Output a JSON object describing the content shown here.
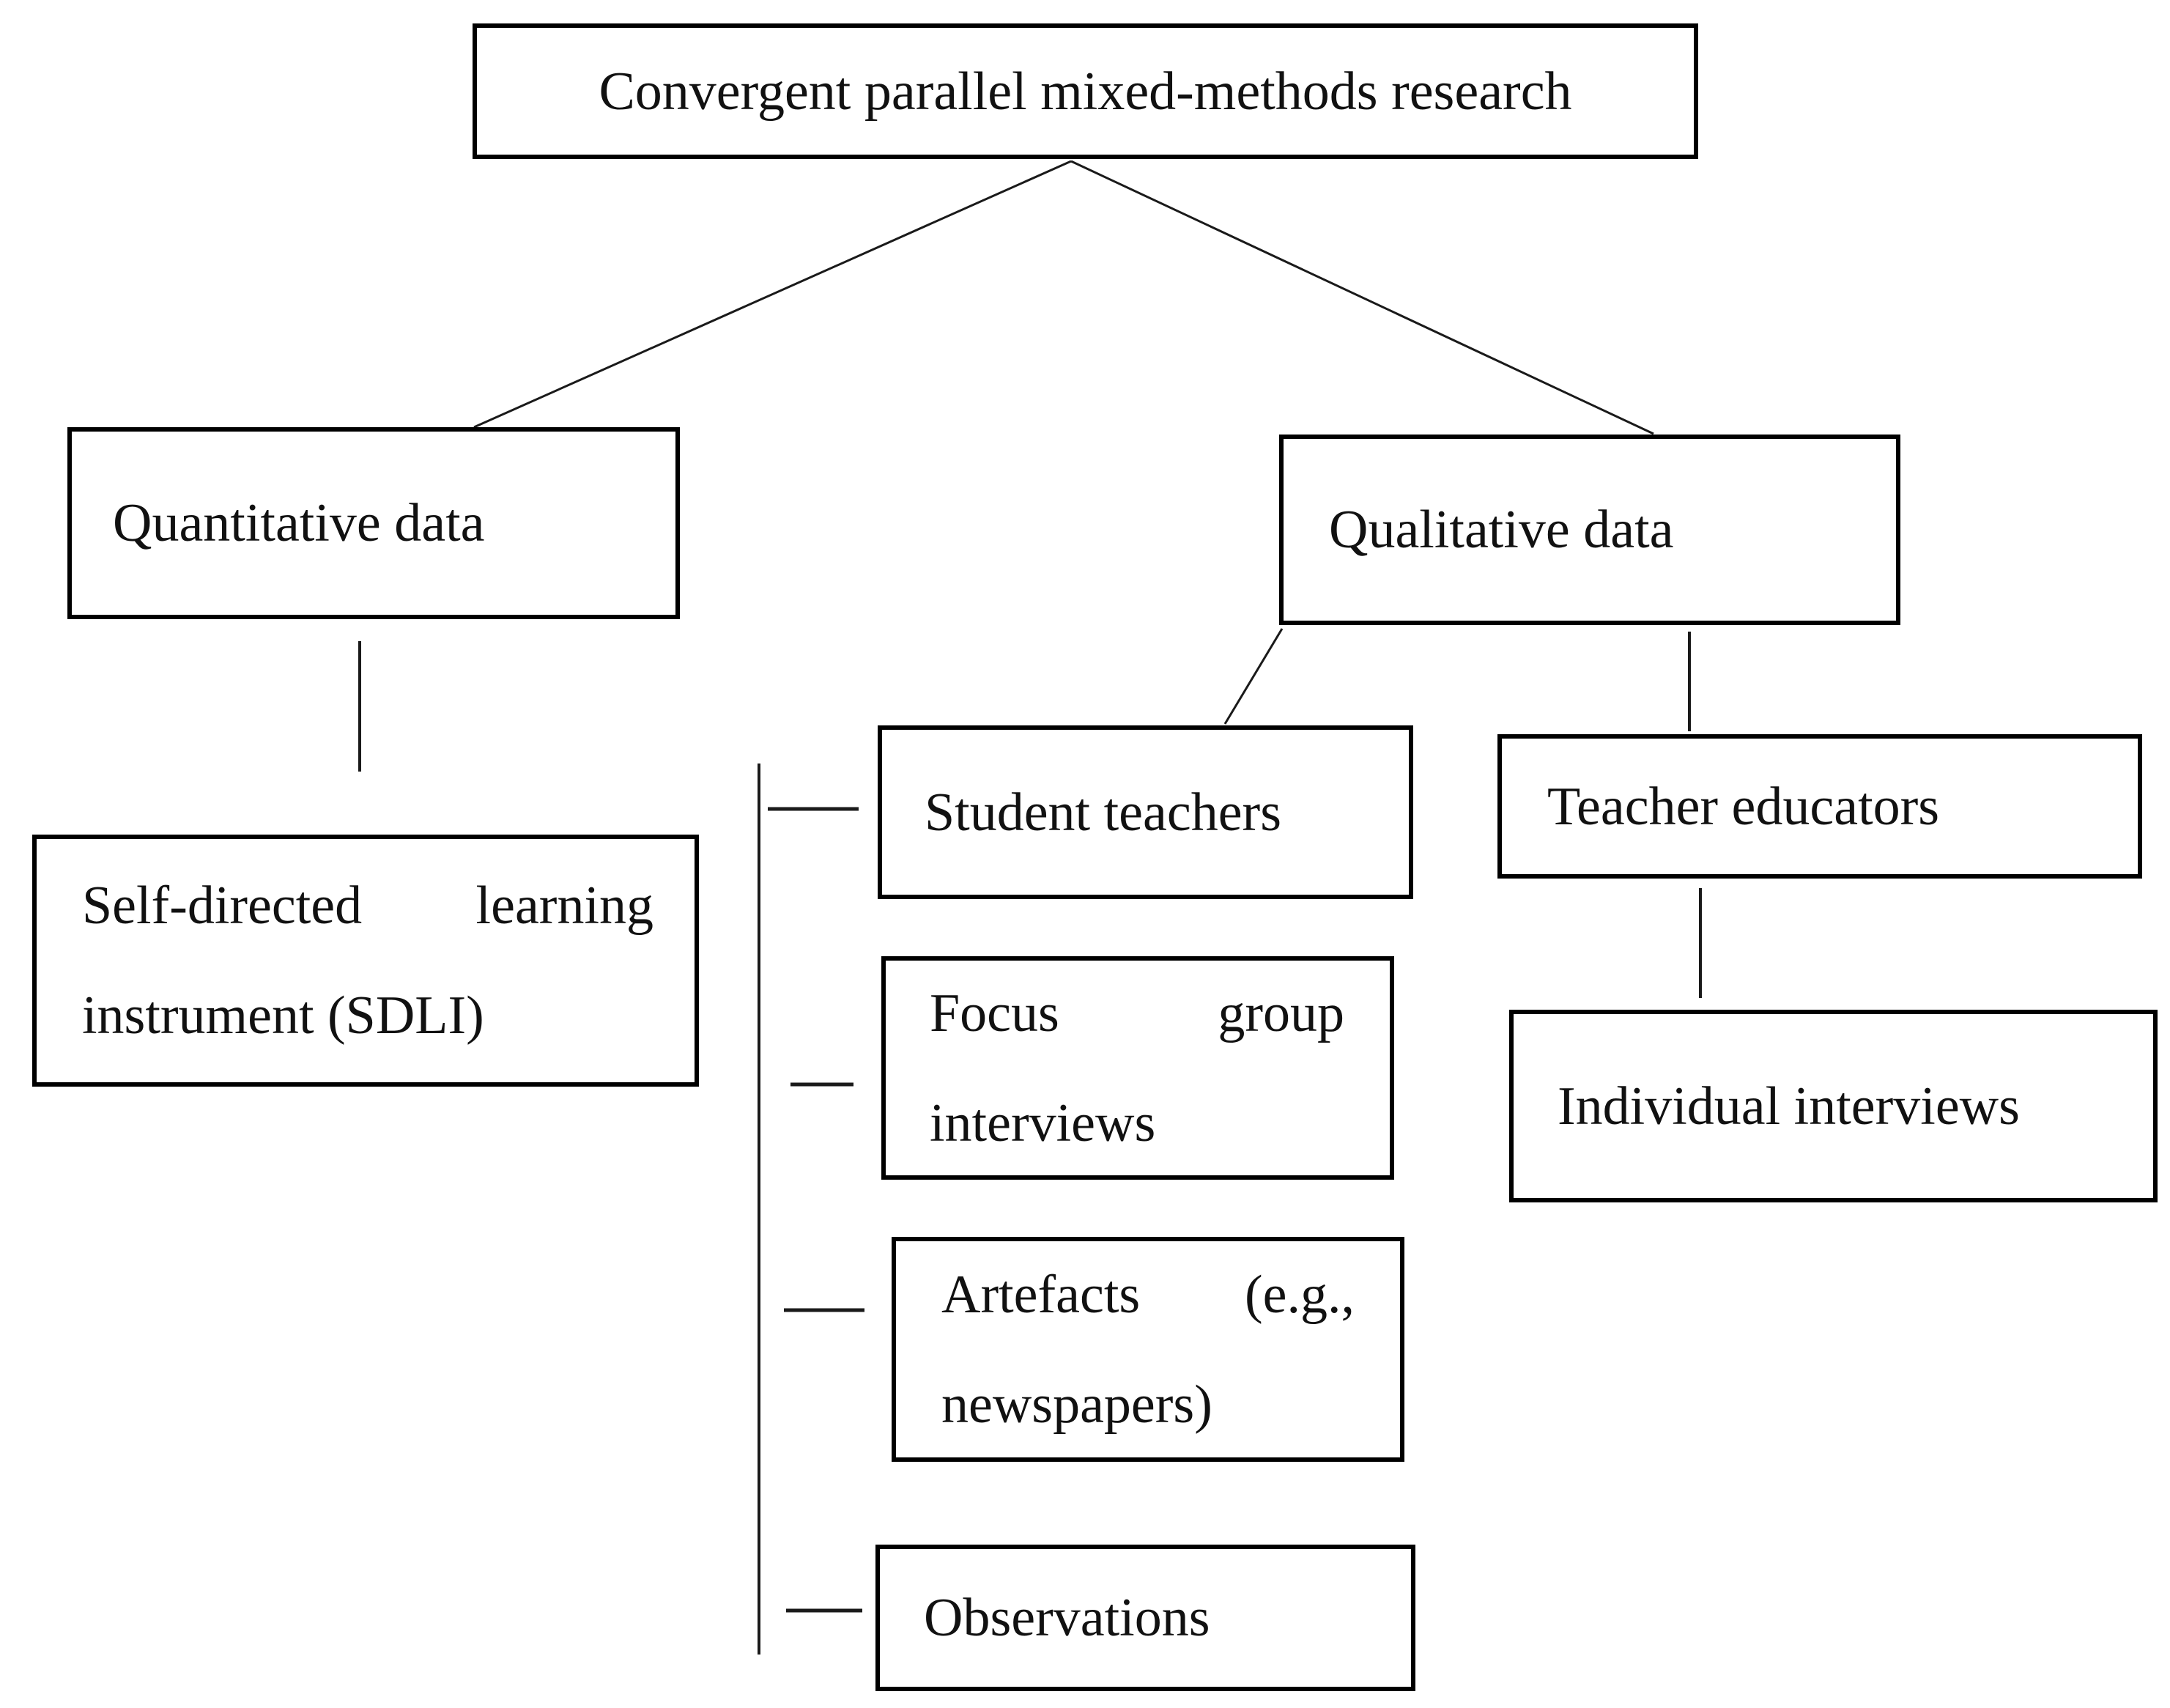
{
  "figure": {
    "type": "flow-diagram",
    "background_color": "#ffffff",
    "box_border_color": "#000000",
    "line_color": "#1a1a1a",
    "text_color": "#111111"
  },
  "nodes": {
    "root": {
      "label": "Convergent parallel mixed-methods research"
    },
    "quantitative": {
      "label": "Quantitative data"
    },
    "qualitative": {
      "label": "Qualitative data"
    },
    "sdli": {
      "line1_word1": "Self-directed",
      "line1_word2": "learning",
      "line2": "instrument (SDLI)"
    },
    "student_teachers": {
      "label": "Student teachers"
    },
    "teacher_educators": {
      "label": "Teacher educators"
    },
    "focus_group": {
      "line1_word1": "Focus",
      "line1_word2": "group",
      "line2": "interviews"
    },
    "individual_interviews": {
      "label": "Individual interviews"
    },
    "artefacts": {
      "line1_word1": "Artefacts",
      "line1_word2": "(e.g.,",
      "line2": "newspapers)"
    },
    "observations": {
      "label": "Observations"
    }
  },
  "edges": [
    {
      "from": "root",
      "to": "quantitative"
    },
    {
      "from": "root",
      "to": "qualitative"
    },
    {
      "from": "quantitative",
      "to": "sdli"
    },
    {
      "from": "qualitative",
      "to": "student_teachers"
    },
    {
      "from": "qualitative",
      "to": "teacher_educators"
    },
    {
      "from": "teacher_educators",
      "to": "individual_interviews"
    },
    {
      "from": "student_teachers",
      "to": "focus_group"
    },
    {
      "from": "student_teachers",
      "to": "artefacts"
    },
    {
      "from": "student_teachers",
      "to": "observations"
    }
  ]
}
